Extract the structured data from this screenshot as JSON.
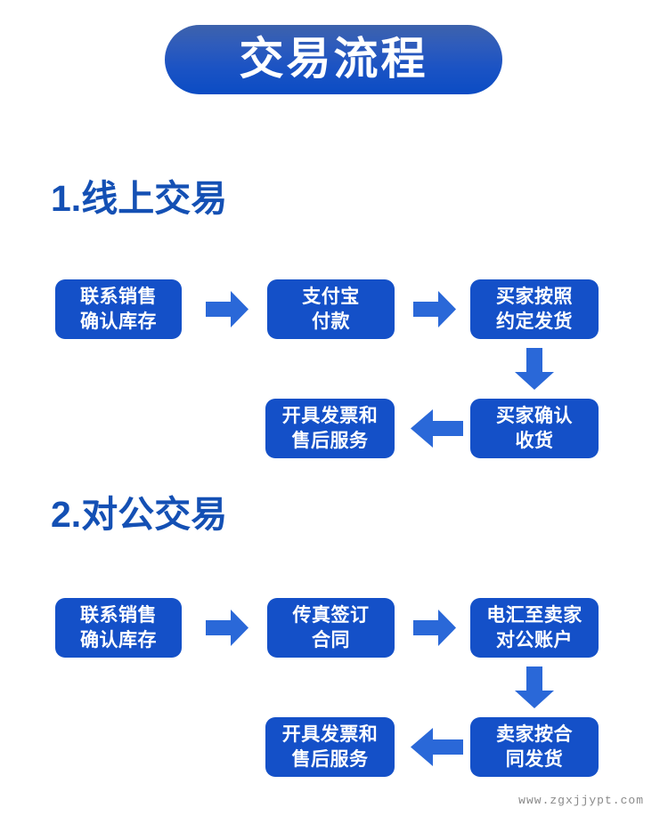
{
  "page": {
    "title": "交易流程",
    "background_color": "#ffffff",
    "watermark": "www.zgxjjypt.com"
  },
  "colors": {
    "box_blue": "#1450c8",
    "arrow_blue": "#2a68d8",
    "heading_blue": "#1450b4",
    "banner_gradient_top": "#3d62ab",
    "banner_gradient_bottom": "#0b4cc4",
    "box_text": "#ffffff",
    "watermark_gray": "#8a8a8a"
  },
  "sections": [
    {
      "heading": "1.线上交易",
      "steps": [
        {
          "line1": "联系销售",
          "line2": "确认库存"
        },
        {
          "line1": "支付宝",
          "line2": "付款"
        },
        {
          "line1": "买家按照",
          "line2": "约定发货"
        },
        {
          "line1": "买家确认",
          "line2": "收货"
        },
        {
          "line1": "开具发票和",
          "line2": "售后服务"
        }
      ],
      "arrows": [
        {
          "direction": "right"
        },
        {
          "direction": "right"
        },
        {
          "direction": "down"
        },
        {
          "direction": "left"
        }
      ]
    },
    {
      "heading": "2.对公交易",
      "steps": [
        {
          "line1": "联系销售",
          "line2": "确认库存"
        },
        {
          "line1": "传真签订",
          "line2": "合同"
        },
        {
          "line1": "电汇至卖家",
          "line2": "对公账户"
        },
        {
          "line1": "卖家按合",
          "line2": "同发货"
        },
        {
          "line1": "开具发票和",
          "line2": "售后服务"
        }
      ],
      "arrows": [
        {
          "direction": "right"
        },
        {
          "direction": "right"
        },
        {
          "direction": "down"
        },
        {
          "direction": "left"
        }
      ]
    }
  ]
}
